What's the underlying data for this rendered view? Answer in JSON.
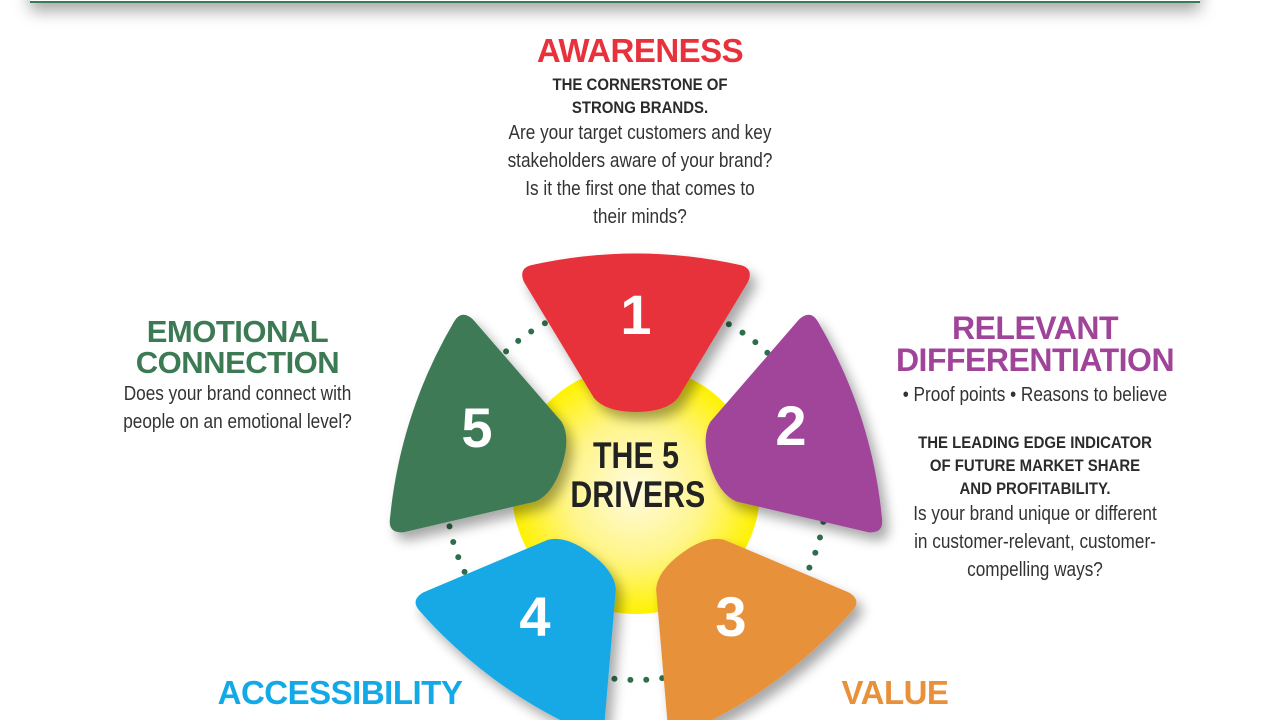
{
  "center": {
    "line1": "THE 5",
    "line2": "DRIVERS"
  },
  "colors": {
    "awareness": "#e8313a",
    "relevant_differentiation": "#a0449a",
    "value": "#e8913a",
    "accessibility": "#13a9e6",
    "emotional_connection": "#3c7a54",
    "center": "#fff200",
    "dots": "#2f6e4c"
  },
  "drivers": [
    {
      "number": "1",
      "title": "AWARENESS",
      "tagline_1": "THE CORNERSTONE OF",
      "tagline_2": "STRONG BRANDS.",
      "question_lines": [
        "Are your target customers and key",
        "stakeholders aware of your brand?",
        "Is it the first one that comes to",
        "their minds?"
      ]
    },
    {
      "number": "2",
      "title_1": "RELEVANT",
      "title_2": "DIFFERENTIATION",
      "bullets": "• Proof points  • Reasons to believe",
      "tagline_lines": [
        "THE LEADING EDGE INDICATOR",
        "OF FUTURE MARKET SHARE",
        "AND PROFITABILITY."
      ],
      "question_lines": [
        "Is your brand unique or different",
        "in customer-relevant, customer-",
        "compelling ways?"
      ]
    },
    {
      "number": "3",
      "title": "VALUE"
    },
    {
      "number": "4",
      "title": "ACCESSIBILITY"
    },
    {
      "number": "5",
      "title_1": "EMOTIONAL",
      "title_2": "CONNECTION",
      "question_lines": [
        "Does your brand connect with",
        "people on an emotional level?"
      ]
    }
  ]
}
